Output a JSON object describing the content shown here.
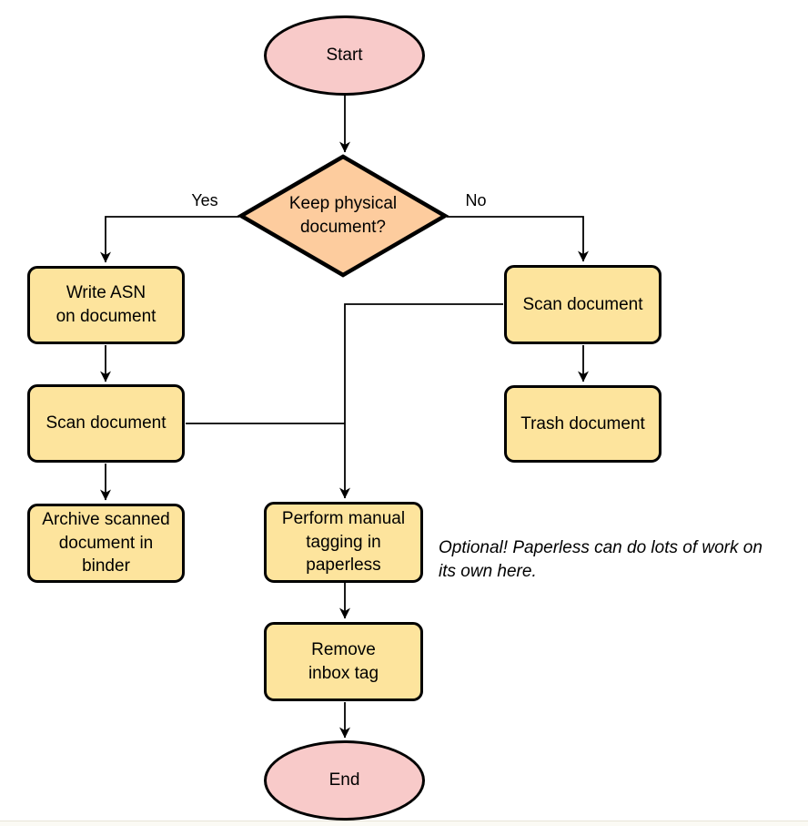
{
  "diagram": {
    "nodes": {
      "start": {
        "label": "Start",
        "shape": "terminator"
      },
      "decision": {
        "label": "Keep physical\ndocument?",
        "shape": "decision"
      },
      "write_asn": {
        "label": "Write ASN\non document",
        "shape": "process"
      },
      "scan_left": {
        "label": "Scan document",
        "shape": "process"
      },
      "archive": {
        "label": "Archive scanned\ndocument in\nbinder",
        "shape": "process"
      },
      "scan_right": {
        "label": "Scan document",
        "shape": "process"
      },
      "trash": {
        "label": "Trash document",
        "shape": "process"
      },
      "tagging": {
        "label": "Perform manual\ntagging in\npaperless",
        "shape": "process"
      },
      "remove_inbox": {
        "label": "Remove\ninbox tag",
        "shape": "process"
      },
      "end": {
        "label": "End",
        "shape": "terminator"
      }
    },
    "edge_labels": {
      "yes": "Yes",
      "no": "No"
    },
    "annotation": "Optional! Paperless can do lots of work on\nits own here.",
    "colors": {
      "terminator_fill": "#f8cac9",
      "decision_fill": "#fdcc9e",
      "process_fill": "#fde49d",
      "stroke": "#000000"
    }
  }
}
